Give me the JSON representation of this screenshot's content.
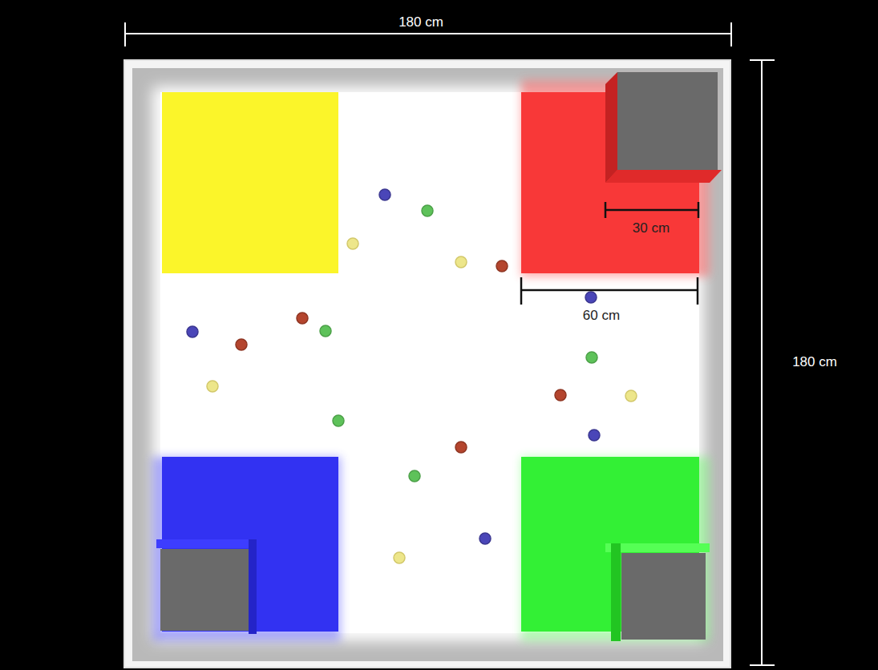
{
  "diagram": {
    "labels": [
      "180 cm",
      "30 cm",
      "60 cm",
      "180 cm"
    ]
  }
}
